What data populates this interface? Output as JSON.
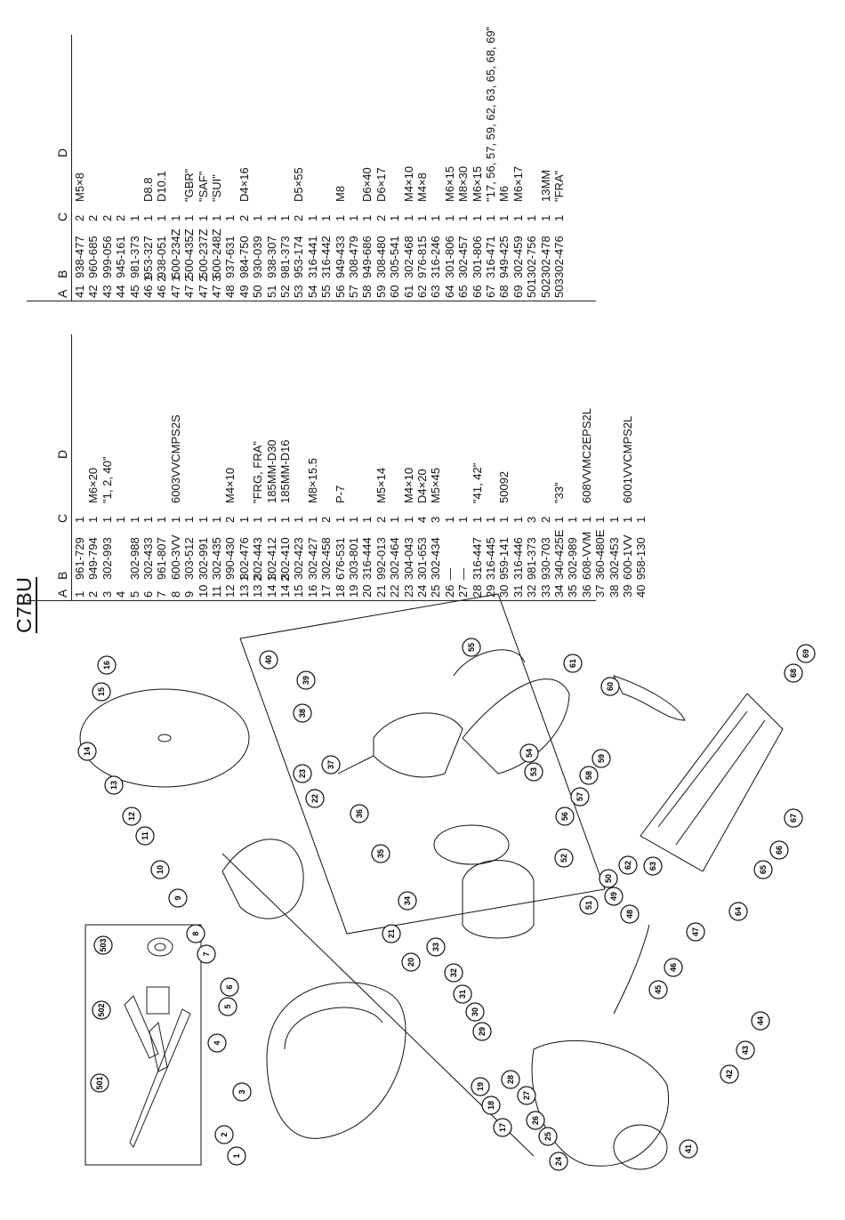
{
  "model": "C7BU",
  "columns": [
    "A",
    "B",
    "C",
    "D"
  ],
  "table_left": [
    {
      "a": "1",
      "b": "961-729",
      "c": "1",
      "d": ""
    },
    {
      "a": "2",
      "b": "949-794",
      "c": "1",
      "d": "M6×20"
    },
    {
      "a": "3",
      "b": "302-993",
      "c": "1",
      "d": "\"1, 2, 40\""
    },
    {
      "a": "4",
      "b": "",
      "c": "1",
      "d": ""
    },
    {
      "a": "5",
      "b": "302-988",
      "c": "1",
      "d": ""
    },
    {
      "a": "6",
      "b": "302-433",
      "c": "1",
      "d": ""
    },
    {
      "a": "7",
      "b": "961-807",
      "c": "1",
      "d": ""
    },
    {
      "a": "8",
      "b": "600-3VV",
      "c": "1",
      "d": "6003VVCMPS2S"
    },
    {
      "a": "9",
      "b": "303-512",
      "c": "1",
      "d": ""
    },
    {
      "a": "10",
      "b": "302-991",
      "c": "1",
      "d": ""
    },
    {
      "a": "11",
      "b": "302-435",
      "c": "1",
      "d": ""
    },
    {
      "a": "12",
      "b": "990-430",
      "c": "2",
      "d": "M4×10"
    },
    {
      "a": "13 1",
      "b": "302-476",
      "c": "1",
      "d": ""
    },
    {
      "a": "13 2",
      "b": "302-443",
      "c": "1",
      "d": "\"FRG, FRA\""
    },
    {
      "a": "14 1",
      "b": "302-412",
      "c": "1",
      "d": "185MM-D30"
    },
    {
      "a": "14 2",
      "b": "302-410",
      "c": "1",
      "d": "185MM-D16"
    },
    {
      "a": "15",
      "b": "302-423",
      "c": "1",
      "d": ""
    },
    {
      "a": "16",
      "b": "302-427",
      "c": "1",
      "d": "M8×15.5"
    },
    {
      "a": "17",
      "b": "302-458",
      "c": "2",
      "d": ""
    },
    {
      "a": "18",
      "b": "676-531",
      "c": "1",
      "d": "P-7"
    },
    {
      "a": "19",
      "b": "303-801",
      "c": "1",
      "d": ""
    },
    {
      "a": "20",
      "b": "316-444",
      "c": "1",
      "d": ""
    },
    {
      "a": "21",
      "b": "992-013",
      "c": "2",
      "d": "M5×14"
    },
    {
      "a": "22",
      "b": "302-464",
      "c": "1",
      "d": ""
    },
    {
      "a": "23",
      "b": "304-043",
      "c": "1",
      "d": "M4×10"
    },
    {
      "a": "24",
      "b": "301-653",
      "c": "4",
      "d": "D4×20"
    },
    {
      "a": "25",
      "b": "302-434",
      "c": "3",
      "d": "M5×45"
    },
    {
      "a": "26",
      "b": "—",
      "c": "1",
      "d": ""
    },
    {
      "a": "27",
      "b": "—",
      "c": "1",
      "d": ""
    },
    {
      "a": "28",
      "b": "316-447",
      "c": "1",
      "d": "\"41, 42\""
    },
    {
      "a": "29",
      "b": "316-445",
      "c": "1",
      "d": ""
    },
    {
      "a": "30",
      "b": "959-141",
      "c": "1",
      "d": "50092"
    },
    {
      "a": "31",
      "b": "316-446",
      "c": "1",
      "d": ""
    },
    {
      "a": "32",
      "b": "981-373",
      "c": "3",
      "d": ""
    },
    {
      "a": "33",
      "b": "930-703",
      "c": "2",
      "d": ""
    },
    {
      "a": "34",
      "b": "340-425E",
      "c": "1",
      "d": "\"33\""
    },
    {
      "a": "35",
      "b": "302-989",
      "c": "1",
      "d": ""
    },
    {
      "a": "36",
      "b": "608-VVM",
      "c": "1",
      "d": "608VVMC2EPS2L"
    },
    {
      "a": "37",
      "b": "360-480E",
      "c": "1",
      "d": ""
    },
    {
      "a": "38",
      "b": "302-453",
      "c": "1",
      "d": ""
    },
    {
      "a": "39",
      "b": "600-1VV",
      "c": "1",
      "d": "6001VVCMPS2L"
    },
    {
      "a": "40",
      "b": "958-130",
      "c": "1",
      "d": ""
    }
  ],
  "table_right": [
    {
      "a": "41",
      "b": "938-477",
      "c": "2",
      "d": "M5×8"
    },
    {
      "a": "42",
      "b": "960-685",
      "c": "2",
      "d": ""
    },
    {
      "a": "43",
      "b": "999-056",
      "c": "2",
      "d": ""
    },
    {
      "a": "44",
      "b": "945-161",
      "c": "2",
      "d": ""
    },
    {
      "a": "45",
      "b": "981-373",
      "c": "1",
      "d": ""
    },
    {
      "a": "46 1",
      "b": "953-327",
      "c": "1",
      "d": "D8.8"
    },
    {
      "a": "46 2",
      "b": "938-051",
      "c": "1",
      "d": "D10.1"
    },
    {
      "a": "47 1",
      "b": "500-234Z",
      "c": "1",
      "d": ""
    },
    {
      "a": "47 2",
      "b": "500-435Z",
      "c": "1",
      "d": "\"GBR\""
    },
    {
      "a": "47 2",
      "b": "500-237Z",
      "c": "1",
      "d": "\"SAF\""
    },
    {
      "a": "47 3",
      "b": "500-248Z",
      "c": "1",
      "d": "\"SUI\""
    },
    {
      "a": "48",
      "b": "937-631",
      "c": "1",
      "d": ""
    },
    {
      "a": "49",
      "b": "984-750",
      "c": "2",
      "d": "D4×16"
    },
    {
      "a": "50",
      "b": "930-039",
      "c": "1",
      "d": ""
    },
    {
      "a": "51",
      "b": "938-307",
      "c": "1",
      "d": ""
    },
    {
      "a": "52",
      "b": "981-373",
      "c": "1",
      "d": ""
    },
    {
      "a": "53",
      "b": "953-174",
      "c": "2",
      "d": "D5×55"
    },
    {
      "a": "54",
      "b": "316-441",
      "c": "1",
      "d": ""
    },
    {
      "a": "55",
      "b": "316-442",
      "c": "1",
      "d": ""
    },
    {
      "a": "56",
      "b": "949-433",
      "c": "1",
      "d": "M8"
    },
    {
      "a": "57",
      "b": "308-479",
      "c": "1",
      "d": ""
    },
    {
      "a": "58",
      "b": "949-686",
      "c": "1",
      "d": "D6×40"
    },
    {
      "a": "59",
      "b": "308-480",
      "c": "2",
      "d": "D6×17"
    },
    {
      "a": "60",
      "b": "305-541",
      "c": "1",
      "d": ""
    },
    {
      "a": "61",
      "b": "302-468",
      "c": "1",
      "d": "M4×10"
    },
    {
      "a": "62",
      "b": "976-815",
      "c": "1",
      "d": "M4×8"
    },
    {
      "a": "63",
      "b": "316-246",
      "c": "1",
      "d": ""
    },
    {
      "a": "64",
      "b": "301-806",
      "c": "1",
      "d": "M6×15"
    },
    {
      "a": "65",
      "b": "302-457",
      "c": "1",
      "d": "M8×30"
    },
    {
      "a": "66",
      "b": "301-806",
      "c": "1",
      "d": "M6×15"
    },
    {
      "a": "67",
      "b": "316-471",
      "c": "1",
      "d": "\"17, 56, 57, 59, 62, 63, 65, 68, 69\""
    },
    {
      "a": "68",
      "b": "949-425",
      "c": "1",
      "d": "M6"
    },
    {
      "a": "69",
      "b": "302-459",
      "c": "1",
      "d": "M6×17"
    },
    {
      "a": "501",
      "b": "302-756",
      "c": "1",
      "d": ""
    },
    {
      "a": "502",
      "b": "302-478",
      "c": "1",
      "d": "13MM"
    },
    {
      "a": "503",
      "b": "302-476",
      "c": "1",
      "d": "\"FRA\""
    }
  ],
  "callouts": [
    "1",
    "2",
    "3",
    "4",
    "5",
    "6",
    "7",
    "8",
    "9",
    "10",
    "11",
    "12",
    "13",
    "14",
    "15",
    "16",
    "17",
    "18",
    "19",
    "20",
    "21",
    "22",
    "23",
    "24",
    "25",
    "26",
    "27",
    "28",
    "29",
    "30",
    "31",
    "32",
    "33",
    "34",
    "35",
    "36",
    "37",
    "38",
    "39",
    "40",
    "41",
    "42",
    "43",
    "44",
    "45",
    "46",
    "47",
    "48",
    "49",
    "50",
    "51",
    "52",
    "53",
    "54",
    "55",
    "56",
    "57",
    "58",
    "59",
    "60",
    "61",
    "62",
    "63",
    "64",
    "65",
    "66",
    "67",
    "68",
    "69",
    "501",
    "502",
    "503"
  ]
}
